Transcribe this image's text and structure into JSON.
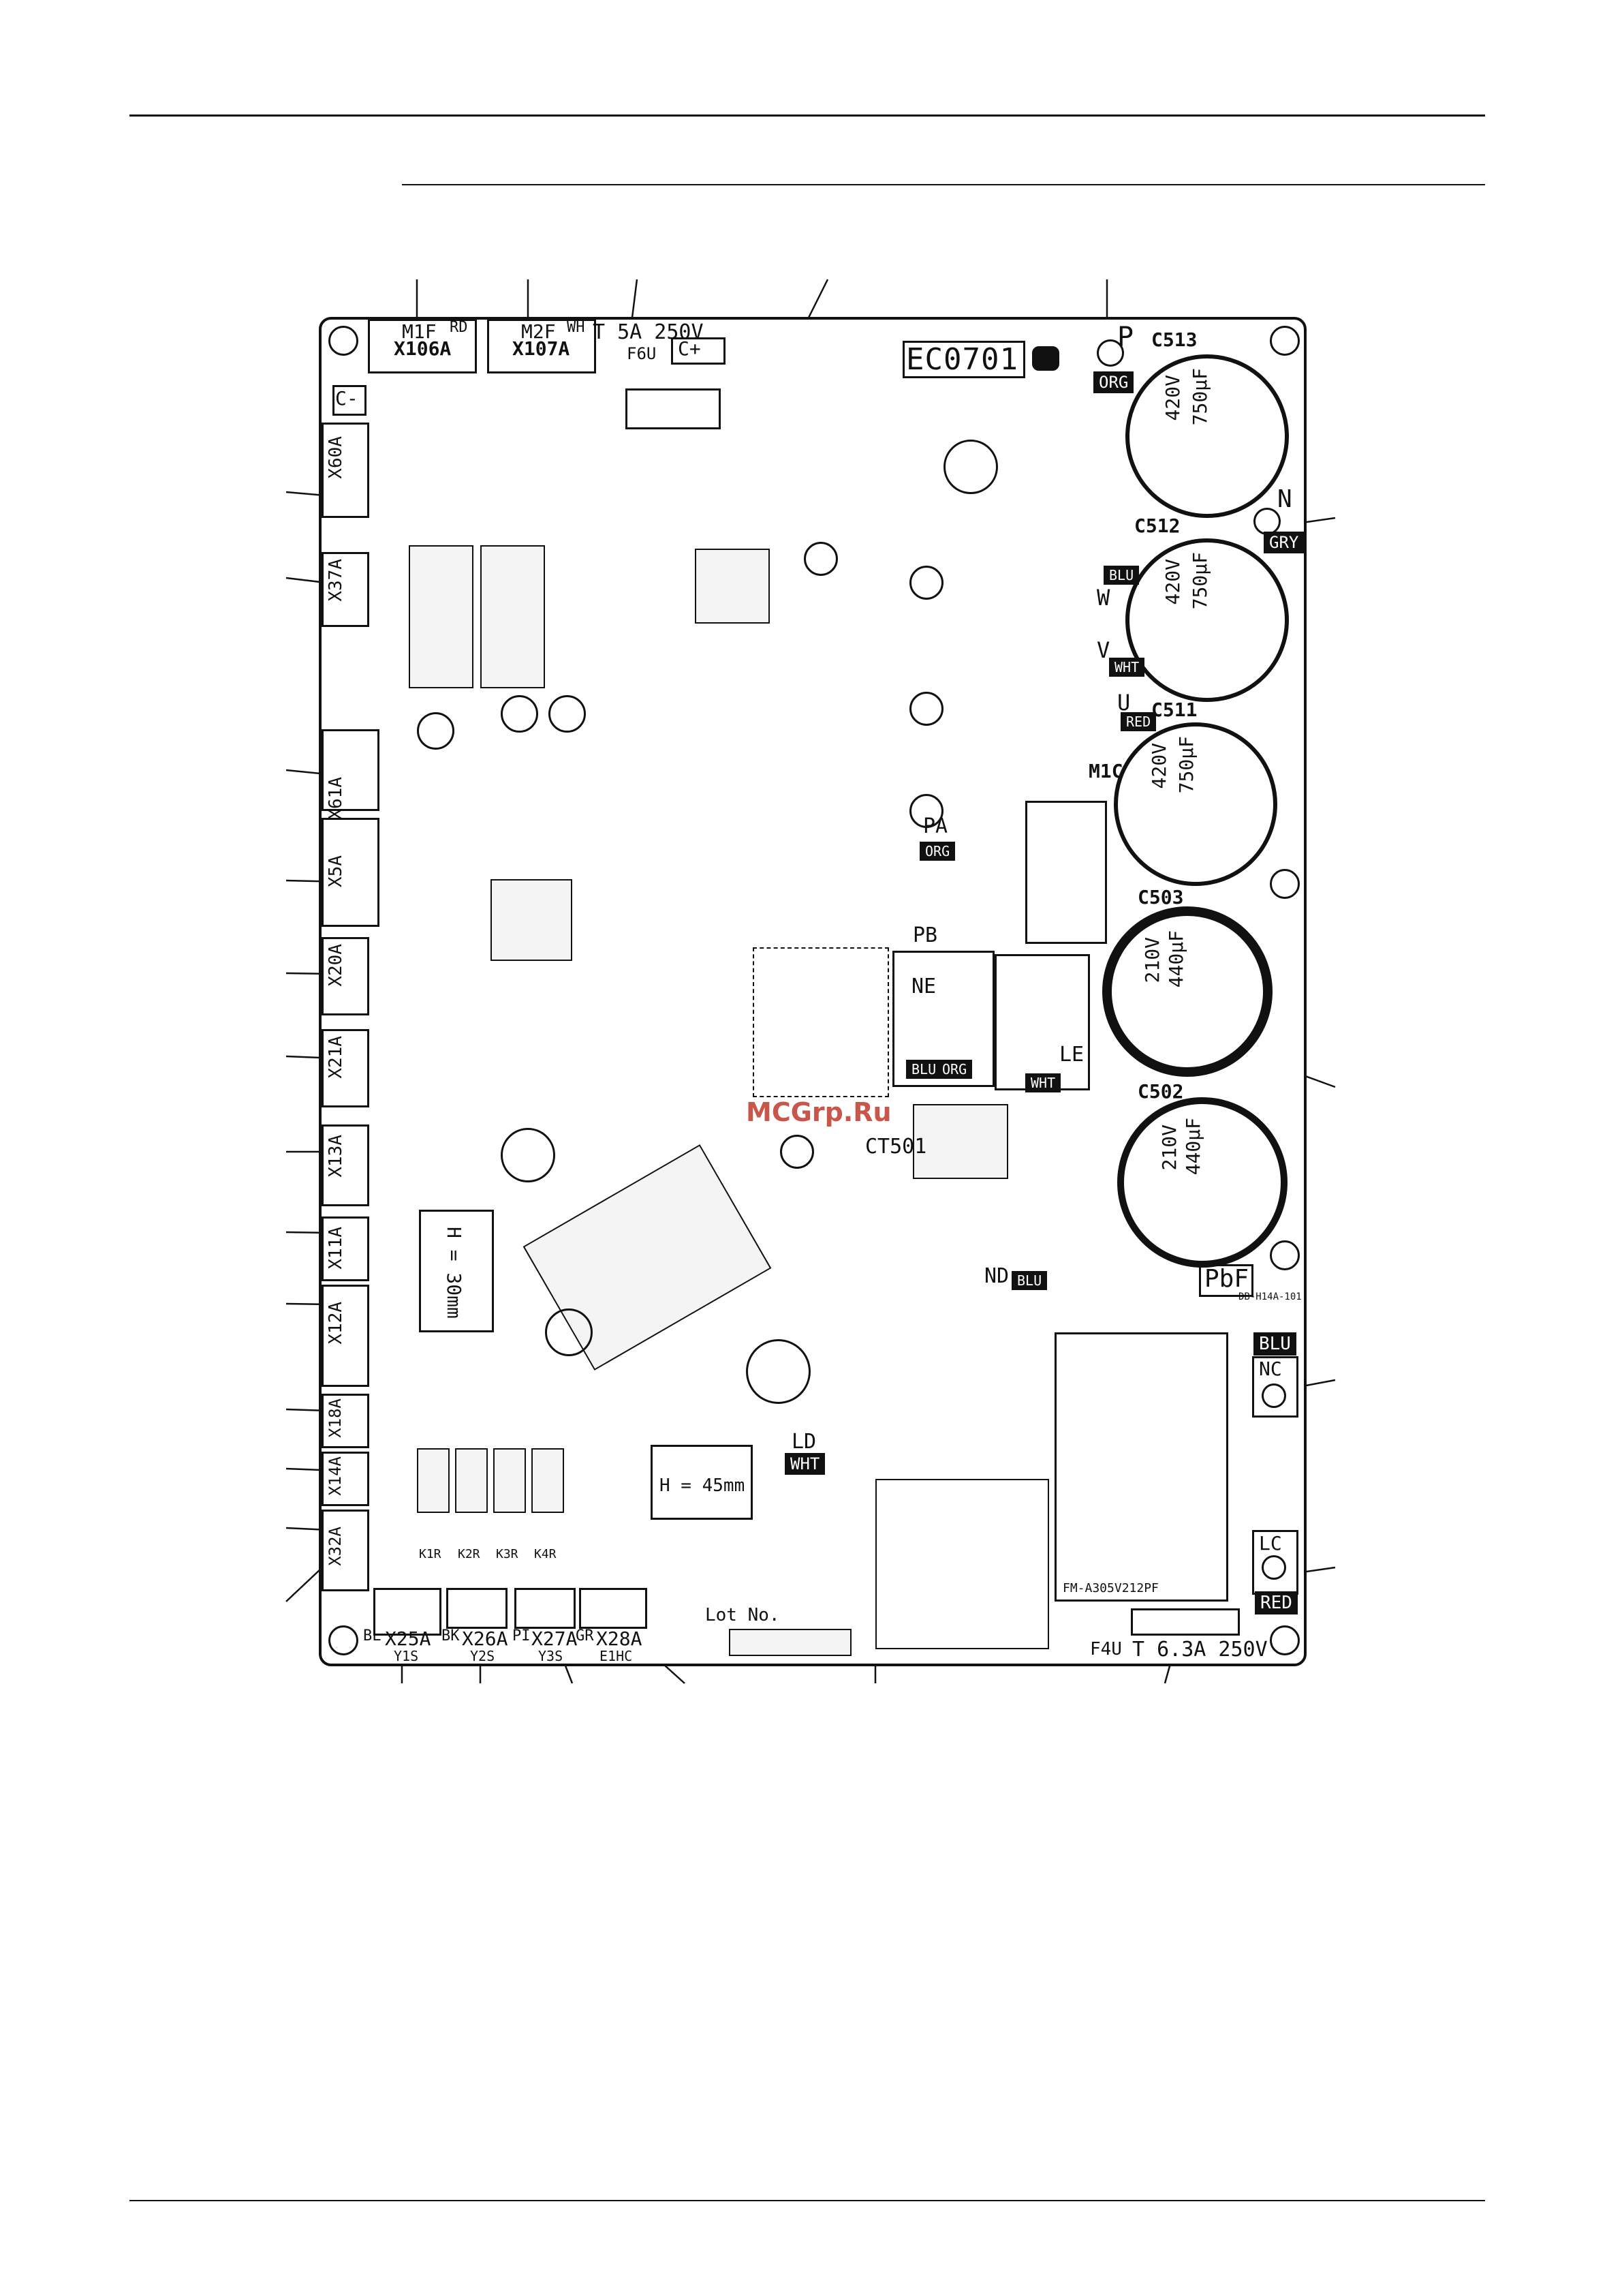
{
  "board": {
    "code": "EC0701",
    "lot": "Lot No.",
    "watermark": "MCGrp.Ru"
  },
  "top_connectors": [
    {
      "name": "M1F",
      "color": "RD",
      "ref": "X106A"
    },
    {
      "name": "M2F",
      "color": "WH",
      "ref": "X107A"
    }
  ],
  "fuse_top": {
    "rating": "T 5A 250V",
    "ref": "F6U"
  },
  "fuse_bottom": {
    "ref": "F4U",
    "rating": "T 6.3A 250V"
  },
  "terminals": [
    {
      "name": "P",
      "color": "ORG"
    },
    {
      "name": "N",
      "color": "GRY"
    },
    {
      "name": "NC",
      "color": "BLU"
    },
    {
      "name": "LC",
      "color": "RED"
    },
    {
      "name": "LD",
      "color": "WHT"
    },
    {
      "name": "ND",
      "color": "BLU"
    },
    {
      "name": "PA",
      "color": "ORG"
    },
    {
      "name": "PB",
      "color": "ORG"
    },
    {
      "name": "NE",
      "color": "BLU"
    },
    {
      "name": "LE",
      "color": "WHT"
    }
  ],
  "capacitors": [
    {
      "ref": "C513",
      "value": "750µF",
      "voltage": "420V"
    },
    {
      "ref": "C512",
      "value": "750µF",
      "voltage": "420V"
    },
    {
      "ref": "C511",
      "value": "750µF",
      "voltage": "420V"
    },
    {
      "ref": "C503",
      "value": "440µF",
      "voltage": "210V"
    },
    {
      "ref": "C502",
      "value": "440µF",
      "voltage": "210V"
    }
  ],
  "motor": {
    "ref": "M1C",
    "phases": [
      "U",
      "V",
      "W"
    ],
    "phase_colors": [
      "RED",
      "WHT",
      "BLU"
    ]
  },
  "left_connectors": [
    "X60A",
    "X37A",
    "X61A",
    "X5A",
    "X20A",
    "X21A",
    "X13A",
    "X11A",
    "X12A",
    "X18A",
    "X14A",
    "X32A"
  ],
  "bottom_connectors": [
    {
      "ref": "X25A",
      "prefix": "BL",
      "sub": "Y1S"
    },
    {
      "ref": "X26A",
      "prefix": "BK",
      "sub": "Y2S"
    },
    {
      "ref": "X27A",
      "prefix": "PI",
      "sub": "Y3S"
    },
    {
      "ref": "X28A",
      "prefix": "GR",
      "sub": "E1HC"
    }
  ],
  "markings": {
    "h30": "H = 30mm",
    "h45": "H = 45mm",
    "pbf": "PbF",
    "ct501": "CT501",
    "relays": [
      "K1R",
      "K2R",
      "K3R",
      "K4R"
    ],
    "reactor": "FM-A305V212PF",
    "code2": "DB-H14A-101"
  }
}
